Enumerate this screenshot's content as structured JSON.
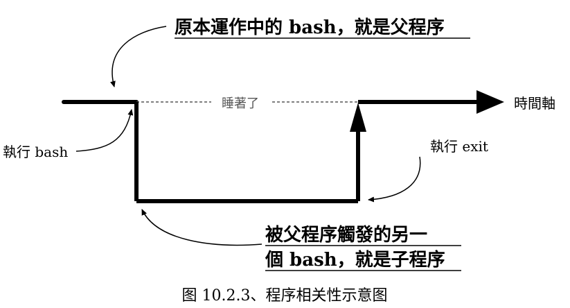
{
  "labels": {
    "parent_bash": "原本運作中的 bash，就是父程序",
    "sleeping": "睡著了",
    "timeline": "時間軸",
    "run_bash": "執行 bash",
    "run_exit": "執行 exit",
    "child_line1": "被父程序觸發的另一",
    "child_line2": "個 bash，就是子程序",
    "caption": "图 10.2.3、程序相关性示意图"
  },
  "colors": {
    "line": "#000000",
    "dashed": "#555555",
    "background": "#ffffff"
  }
}
